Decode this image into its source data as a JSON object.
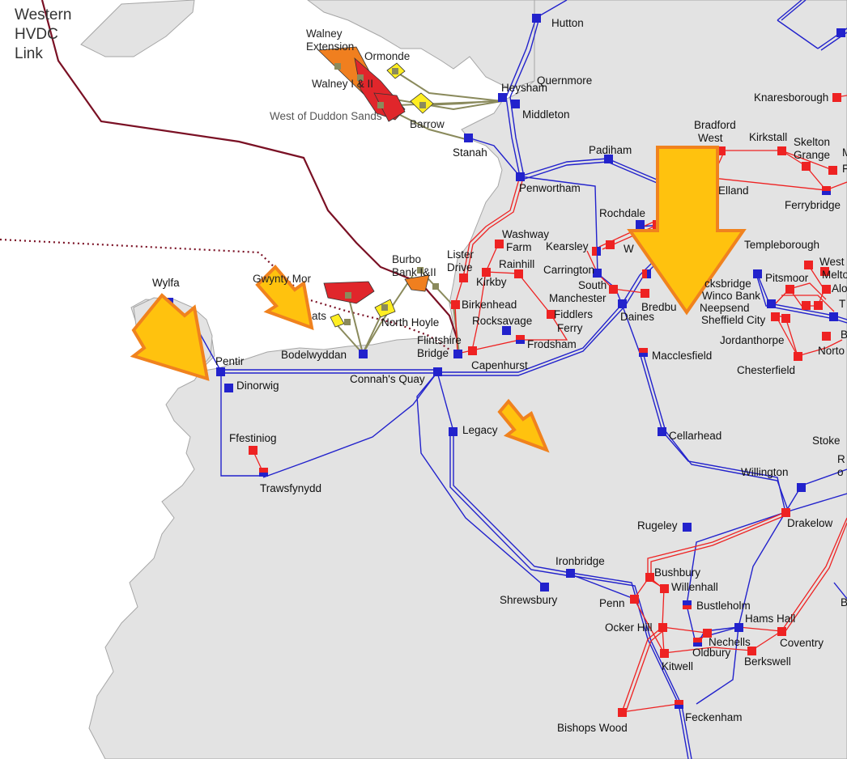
{
  "map_title_lines": [
    "Western",
    "HVDC",
    "Link"
  ],
  "colors": {
    "sea": "#ffffff",
    "land": "#e3e3e3",
    "coast": "#a6a6a6",
    "line_400kv": "#2222cc",
    "line_275kv": "#ee2222",
    "hvdc": "#7a1024",
    "offshore_cable": "#8a8a5c",
    "arrow_fill": "#ffc20e",
    "arrow_stroke": "#f0821e",
    "windfarm_red": "#e0262b",
    "windfarm_orange": "#f07f1f",
    "windfarm_yellow": "#ffee22"
  },
  "substations": {
    "hutton": "Hutton",
    "quernmore": "Quernmore",
    "heysham": "Heysham",
    "middleton": "Middleton",
    "stanah": "Stanah",
    "padiham": "Padiham",
    "penwortham": "Penwortham",
    "rochdale": "Rochdale",
    "washway_farm_1": "Washway",
    "washway_farm_2": "Farm",
    "kearsley": "Kearsley",
    "lister_drive_1": "Lister",
    "lister_drive_2": "Drive",
    "rainhill": "Rainhill",
    "kirkby": "Kirkby",
    "carrington": "Carrington",
    "south_manchester_1": "South",
    "south_manchester_2": "Manchester",
    "birkenhead": "Birkenhead",
    "fiddlers_ferry_1": "Fiddlers",
    "fiddlers_ferry_2": "Ferry",
    "rocksavage": "Rocksavage",
    "frodsham": "Frodsham",
    "daines": "Daines",
    "bredbury": "Bredbu",
    "flintshire_bridge_1": "Flintshire",
    "flintshire_bridge_2": "Bridge",
    "capenhurst": "Capenhurst",
    "connahs_quay": "Connah's Quay",
    "bodelwyddan": "Bodelwyddan",
    "north_hoyle": "North Hoyle",
    "pentir": "Pentir",
    "dinorwig": "Dinorwig",
    "wylfa": "Wylfa",
    "ffestiniog": "Ffestiniog",
    "trawsfynydd": "Trawsfynydd",
    "legacy": "Legacy",
    "macclesfield": "Macclesfield",
    "cellarhead": "Cellarhead",
    "willington": "Willington",
    "drakelow": "Drakelow",
    "rugeley": "Rugeley",
    "ironbridge": "Ironbridge",
    "shrewsbury": "Shrewsbury",
    "bushbury": "Bushbury",
    "willenhall": "Willenhall",
    "penn": "Penn",
    "bustleholm": "Bustleholm",
    "hams_hall": "Hams Hall",
    "ocker_hill": "Ocker Hill",
    "nechells": "Nechells",
    "oldbury": "Oldbury",
    "coventry": "Coventry",
    "kitwell": "Kitwell",
    "berkswell": "Berkswell",
    "bishops_wood": "Bishops Wood",
    "feckenham": "Feckenham",
    "knaresborough": "Knaresborough",
    "bradford_west_1": "Bradford",
    "bradford_west_2": "West",
    "kirkstall": "Kirkstall",
    "skelton_grange_1": "Skelton",
    "skelton_grange_2": "Grange",
    "elland": "Elland",
    "ferrybridge": "Ferrybridge",
    "templeborough": "Templeborough",
    "pitsmoor": "Pitsmoor",
    "stocksbridge": "cksbridge",
    "winco_bank": "Winco Bank",
    "neepsend": "Neepsend",
    "sheffield_city": "Sheffield City",
    "jordanthorpe": "Jordanthorpe",
    "chesterfield": "Chesterfield",
    "norton": "Norto",
    "west_melton_1": "West",
    "west_melton_2": "Melto",
    "aldwarke": "Alo",
    "stoke": "Stoke",
    "whitegate": "W",
    "m_right": "M",
    "f_right": "F",
    "t_right": "T",
    "b_right": "B",
    "r_right": "R",
    "o_right": "o",
    "b_right_lower": "B"
  },
  "wind_farms": {
    "walney_extension_1": "Walney",
    "walney_extension_2": "Extension",
    "ormonde": "Ormonde",
    "walney_1_2": "Walney I & II",
    "west_of_duddon_sands": "West of Duddon Sands",
    "barrow": "Barrow",
    "burbo_bank_1": "Burbo",
    "burbo_bank_2": "Bank I&II",
    "gwynt_y_mor": "Gwynty Mor",
    "rhyl_flats": "ats"
  },
  "legend_hint": {}
}
